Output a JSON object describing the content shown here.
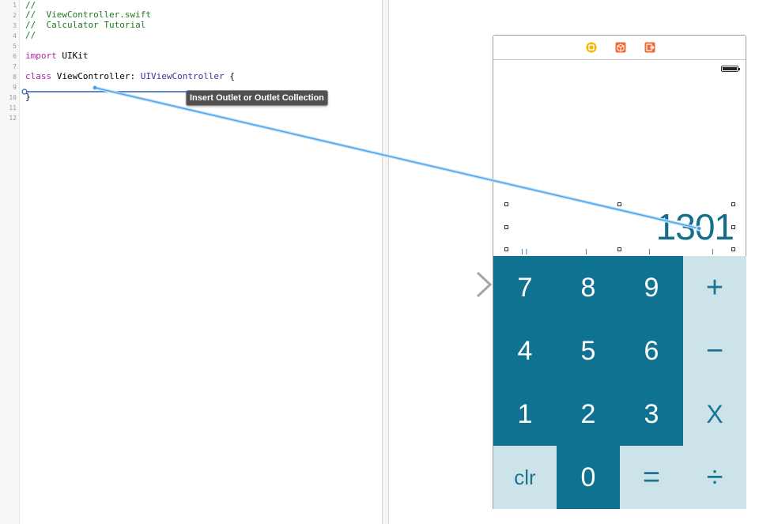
{
  "editor": {
    "line_numbers": [
      "1",
      "2",
      "3",
      "4",
      "5",
      "6",
      "7",
      "8",
      "9",
      "10",
      "11",
      "12"
    ],
    "lines": {
      "l1": "//",
      "l2": "//  ViewController.swift",
      "l3": "//  Calculator Tutorial",
      "l4": "//",
      "l6_kw": "import",
      "l6_rest": " UIKit",
      "l8_kw": "class",
      "l8_name": " ViewController: ",
      "l8_type": "UIViewController",
      "l8_brace": " {",
      "l10": "}"
    },
    "tooltip": "Insert Outlet or Outlet Collection"
  },
  "calculator": {
    "display_value": "1301",
    "keys": {
      "k7": "7",
      "k8": "8",
      "k9": "9",
      "kplus": "+",
      "k4": "4",
      "k5": "5",
      "k6": "6",
      "kminus": "−",
      "k1": "1",
      "k2": "2",
      "k3": "3",
      "ktimes": "X",
      "kclr": "clr",
      "k0": "0",
      "kequals": "=",
      "kdivide": "÷"
    },
    "dock_icons": [
      "view-controller-icon",
      "first-responder-icon",
      "exit-icon"
    ],
    "colors": {
      "dark_key": "#0f7290",
      "light_key": "#cde3ea",
      "display_text": "#126f8c",
      "connection_line": "#5aa9e6"
    }
  }
}
